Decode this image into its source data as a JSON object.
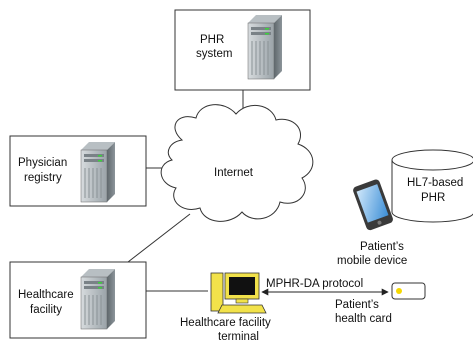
{
  "nodes": {
    "phr_system": {
      "line1": "PHR",
      "line2": "system"
    },
    "physician_registry": {
      "line1": "Physician",
      "line2": "registry"
    },
    "healthcare_facility": {
      "line1": "Healthcare",
      "line2": "facility"
    },
    "internet": {
      "label": "Internet"
    },
    "hl7_phr": {
      "line1": "HL7-based",
      "line2": "PHR"
    },
    "mobile_device": {
      "line1": "Patient’s",
      "line2": "mobile device"
    },
    "terminal": {
      "line1": "Healthcare facility",
      "line2": "terminal"
    },
    "health_card": {
      "line1": "Patient’s",
      "line2": "health card"
    }
  },
  "edges": {
    "protocol_label": "MPHR-DA protocol"
  },
  "colors": {
    "server_dark": "#6b7378",
    "server_light": "#c9ced1",
    "server_front": "#9aa3a8",
    "led_green": "#3cd23c",
    "terminal_yellow": "#f2e24a",
    "card_chip": "#f5d800",
    "phone_body": "#3a3a3a",
    "phone_screen": "#6fb3e8"
  }
}
